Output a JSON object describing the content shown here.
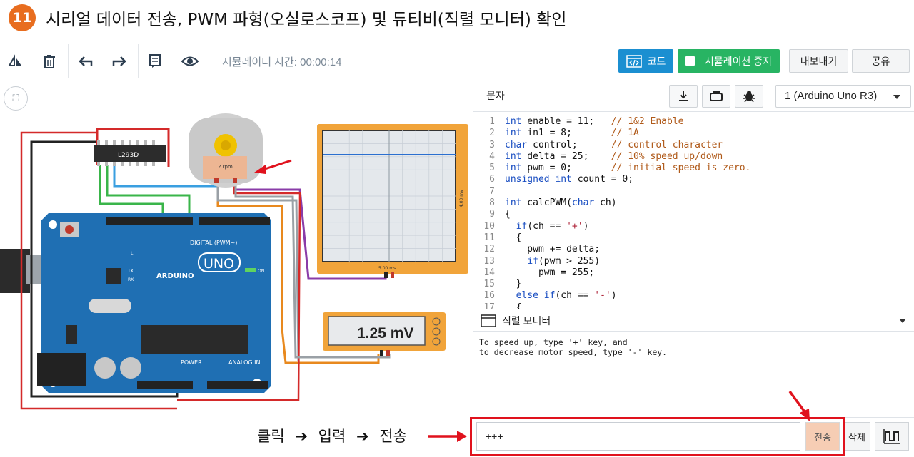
{
  "title": {
    "step": "11",
    "text": "시리얼 데이터 전송, PWM 파형(오실로스코프) 및 듀티비(직렬 모니터) 확인"
  },
  "toolbar": {
    "sim_time": "시뮬레이터 시간: 00:00:14",
    "code_label": "코드",
    "stop_label": "시뮬레이션 중지",
    "export_label": "내보내기",
    "share_label": "공유"
  },
  "circuit": {
    "driver_chip": "L293D",
    "motor_rpm": "2 rpm",
    "scope_time": "5.00 ms",
    "scope_volt": "4.00 mV",
    "multimeter": "1.25 mV",
    "board_brand": "ARDUINO",
    "board_model": "UNO",
    "digital_label": "DIGITAL (PWM~)",
    "power_label": "POWER",
    "analog_label": "ANALOG IN",
    "on_label": "ON",
    "tx_label": "TX",
    "rx_label": "RX",
    "l_label": "L"
  },
  "code_panel": {
    "mode": "문자",
    "board": "1 (Arduino Uno R3)",
    "lines": [
      "int enable = 11;   // 1&2 Enable",
      "int in1 = 8;       // 1A",
      "char control;      // control character",
      "int delta = 25;    // 10% speed up/down",
      "int pwm = 0;       // initial speed is zero.",
      "unsigned int count = 0;",
      "",
      "int calcPWM(char ch)",
      "{",
      "  if(ch == '+')",
      "  {",
      "    pwm += delta;",
      "    if(pwm > 255)",
      "      pwm = 255;",
      "  }",
      "  else if(ch == '-')",
      "  {"
    ]
  },
  "serial": {
    "title": "직렬 모니터",
    "output": "To speed up, type '+' key, and\nto decrease motor speed, type '-' key.",
    "input_value": "+++",
    "send_label": "전송",
    "clear_label": "삭제"
  },
  "instruction": {
    "step1": "클릭",
    "step2": "입력",
    "step3": "전송",
    "arrow": "➔"
  },
  "colors": {
    "accent_orange": "#e86d1f",
    "code_blue": "#1b8fd1",
    "stop_green": "#28b463",
    "highlight_red": "#e0121d"
  }
}
